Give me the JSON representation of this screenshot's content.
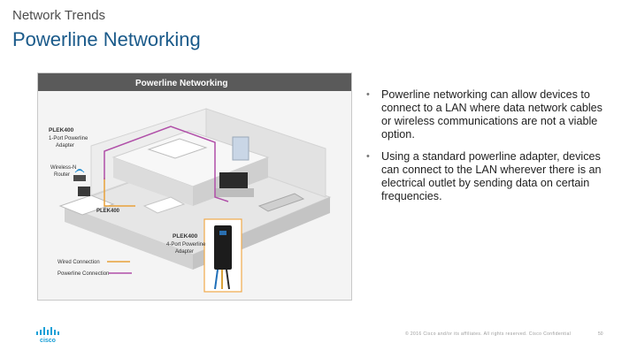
{
  "header": {
    "section": "Network Trends",
    "title": "Powerline Networking"
  },
  "figure": {
    "banner": "Powerline Networking",
    "labels": {
      "plek_1port_model": "PLEK400",
      "plek_1port_desc_1": "1-Port Powerline",
      "plek_1port_desc_2": "Adapter",
      "router_1": "Wireless-N",
      "router_2": "Router",
      "plek_center": "PLEK400",
      "plek_4port_model": "PLEK400",
      "plek_4port_desc_1": "4-Port Powerline",
      "plek_4port_desc_2": "Adapter"
    },
    "legend": {
      "wired": "Wired Connection",
      "powerline": "Powerline Connection"
    },
    "colors": {
      "wired": "#e8a13a",
      "powerline": "#b04fa8"
    }
  },
  "bullets": [
    "Powerline networking can allow devices to connect to a LAN where data network cables or wireless communications are not a viable option.",
    "Using a standard powerline adapter, devices can connect to the LAN wherever there is an electrical outlet by sending data on certain frequencies."
  ],
  "footer": {
    "copyright": "© 2016 Cisco and/or its affiliates. All rights reserved. Cisco Confidential",
    "page": "50"
  },
  "logo": {
    "icon": "cisco-logo-icon",
    "text": "cisco"
  }
}
